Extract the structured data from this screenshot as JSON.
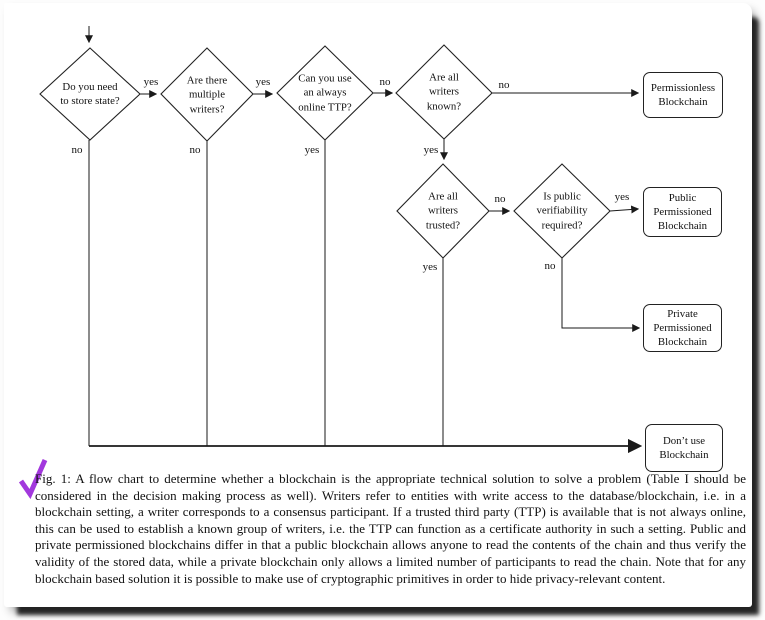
{
  "page": {
    "background_color": "#ffffff",
    "shadow_color": "#1d1d1d"
  },
  "annotation": {
    "mark": "checkmark",
    "checkmark_color": "#a238dd"
  },
  "flowchart": {
    "line_color": "#1a1a1a",
    "decisions": [
      {
        "id": "store-state",
        "label": "Do you need\nto store state?"
      },
      {
        "id": "multiple-writers",
        "label": "Are there\nmultiple\nwriters?"
      },
      {
        "id": "online-ttp",
        "label": "Can you use\nan always\nonline TTP?"
      },
      {
        "id": "writers-known",
        "label": "Are all\nwriters\nknown?"
      },
      {
        "id": "writers-trusted",
        "label": "Are all\nwriters\ntrusted?"
      },
      {
        "id": "public-verifiability",
        "label": "Is public\nverifiability\nrequired?"
      }
    ],
    "outcomes": [
      {
        "id": "permissionless",
        "label": "Permissionless\nBlockchain"
      },
      {
        "id": "public-permissioned",
        "label": "Public\nPermissioned\nBlockchain"
      },
      {
        "id": "private-permissioned",
        "label": "Private\nPermissioned\nBlockchain"
      },
      {
        "id": "no-blockchain",
        "label": "Don’t use\nBlockchain"
      }
    ],
    "edge_labels": {
      "store_state_yes": "yes",
      "store_state_no": "no",
      "multiple_writers_yes": "yes",
      "multiple_writers_no": "no",
      "online_ttp_no": "no",
      "online_ttp_yes": "yes",
      "writers_known_no": "no",
      "writers_known_yes": "yes",
      "writers_trusted_no": "no",
      "writers_trusted_yes": "yes",
      "verifiability_yes": "yes",
      "verifiability_no": "no"
    }
  },
  "caption": {
    "text": "Fig. 1: A flow chart to determine whether a blockchain is the appropriate technical solution to solve a problem (Table I should be considered in the decision making process as well). Writers refer to entities with write access to the database/blockchain, i.e. in a blockchain setting, a writer corresponds to a consensus participant. If a trusted third party (TTP) is available that is not always online, this can be used to establish a known group of writers, i.e. the TTP can function as a certificate authority in such a setting. Public and private permissioned blockchains differ in that a public blockchain allows anyone to read the contents of the chain and thus verify the validity of the stored data, while a private blockchain only allows a limited number of participants to read the chain. Note that for any blockchain based solution it is possible to make use of cryptographic primitives in order to hide privacy-relevant content."
  }
}
